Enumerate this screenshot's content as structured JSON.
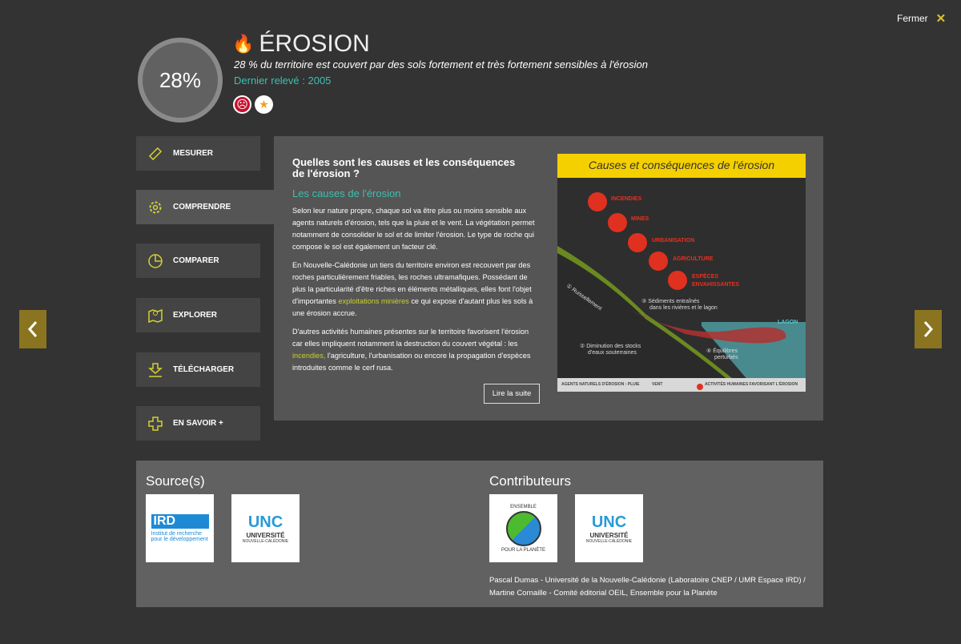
{
  "close_label": "Fermer",
  "header": {
    "percent": "28%",
    "title": "ÉROSION",
    "subtitle": "28 % du territoire est couvert par des sols fortement et très fortement sensibles à l'érosion",
    "date": "Dernier relevé : 2005"
  },
  "nav": [
    {
      "label": "MESURER"
    },
    {
      "label": "COMPRENDRE"
    },
    {
      "label": "COMPARER"
    },
    {
      "label": "EXPLORER"
    },
    {
      "label": "TÉLÉCHARGER"
    },
    {
      "label": "EN SAVOIR +"
    }
  ],
  "content": {
    "question": "Quelles sont les causes et les conséquences de l'érosion ?",
    "heading": "Les causes de l'érosion",
    "p1": "Selon leur nature propre, chaque sol va être plus ou moins sensible aux agents naturels d'érosion, tels que la pluie et le vent. La végétation permet notamment de consolider le sol et de limiter l'érosion. Le type de roche qui compose le sol est également un facteur clé.",
    "p2a": "En Nouvelle-Calédonie un tiers du territoire environ est recouvert par des roches particulièrement friables, les roches ultramafiques. Possédant de plus la particularité d'être riches en éléments métalliques, elles font l'objet d'importantes ",
    "p2link": "exploitations minières",
    "p2b": " ce qui expose d'autant plus les sols à une érosion accrue.",
    "p3a": "D'autres activités humaines présentes sur le territoire favorisent l'érosion car elles impliquent notamment la destruction du couvert végétal : les ",
    "p3link": "incendies,",
    "p3b": " l'agriculture, l'urbanisation ou encore la propagation d'espèces introduites comme le cerf rusa.",
    "more": "Lire la suite"
  },
  "infographic": {
    "title": "Causes et conséquences de l'érosion",
    "causes": [
      "INCENDIES",
      "MINES",
      "URBANISATION",
      "AGRICULTURE",
      "ESPÈCES",
      "ENVAHISSANTES"
    ],
    "c1": "① Ruissellement",
    "c2a": "② Diminution des stocks",
    "c2b": "d'eaux souterraines",
    "c3a": "③ Sédiments entraînés",
    "c3b": "dans les rivières et le lagon",
    "c4a": "④ Équilibres",
    "c4b": "perturbés",
    "lagon": "LAGON",
    "legend1": "AGENTS NATURELS D'ÉROSION : PLUIE",
    "legend2": "VENT",
    "legend3": "ACTIVITÉS HUMAINES FAVORISANT L'ÉROSION"
  },
  "sources": {
    "title": "Source(s)",
    "logos": [
      {
        "name": "IRD",
        "text": "Institut de recherche pour le développement"
      },
      {
        "name": "UNC",
        "text": "UNIVERSITÉ",
        "sub": "NOUVELLE-CALÉDONIE"
      }
    ]
  },
  "contributors": {
    "title": "Contributeurs",
    "logos": [
      {
        "name": "ENSEMBLE",
        "sub": "POUR LA PLANÈTE"
      },
      {
        "name": "UNC",
        "text": "UNIVERSITÉ",
        "sub": "NOUVELLE-CALÉDONIE"
      }
    ],
    "credit": "Pascal Dumas - Université de la Nouvelle-Calédonie (Laboratoire CNEP / UMR Espace IRD) / Martine Cornaille - Comité éditorial OEIL, Ensemble pour la Planète"
  }
}
